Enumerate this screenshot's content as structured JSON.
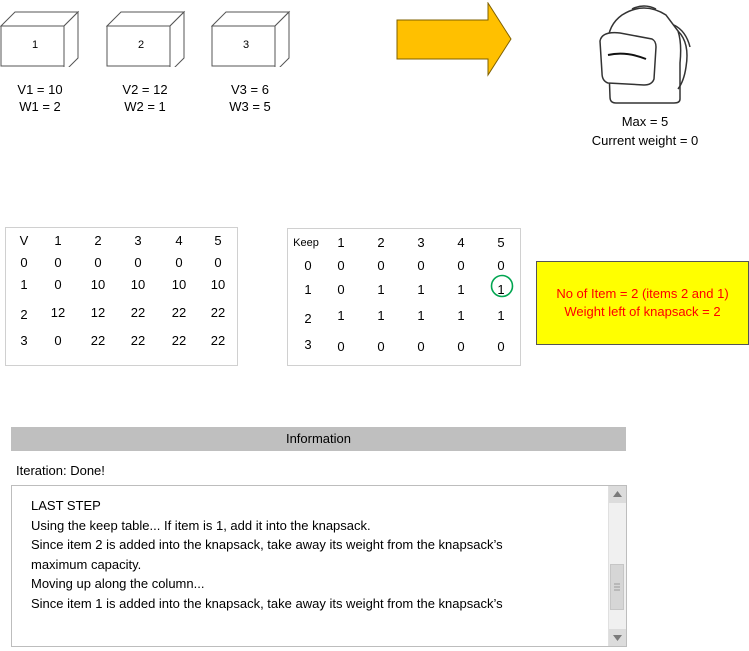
{
  "items": [
    {
      "label": "1",
      "value_text": "V1 = 10",
      "weight_text": "W1 = 2"
    },
    {
      "label": "2",
      "value_text": "V2 = 12",
      "weight_text": "W2 = 1"
    },
    {
      "label": "3",
      "value_text": "V3 = 6",
      "weight_text": "W3 = 5"
    }
  ],
  "knapsack": {
    "max_text": "Max = 5",
    "current_weight_text": "Current weight = 0"
  },
  "value_table": {
    "header": [
      "V",
      "1",
      "2",
      "3",
      "4",
      "5"
    ],
    "rows": [
      [
        "0",
        "0",
        "0",
        "0",
        "0",
        "0"
      ],
      [
        "1",
        "0",
        "10",
        "10",
        "10",
        "10"
      ],
      [
        "2",
        "12",
        "12",
        "22",
        "22",
        "22"
      ],
      [
        "3",
        "0",
        "22",
        "22",
        "22",
        "22"
      ]
    ]
  },
  "keep_table": {
    "header": [
      "Keep",
      "1",
      "2",
      "3",
      "4",
      "5"
    ],
    "rows": [
      [
        "0",
        "0",
        "0",
        "0",
        "0",
        "0"
      ],
      [
        "1",
        "0",
        "1",
        "1",
        "1",
        "1"
      ],
      [
        "2",
        "1",
        "1",
        "1",
        "1",
        "1"
      ],
      [
        "3",
        "0",
        "0",
        "0",
        "0",
        "0"
      ]
    ]
  },
  "result": {
    "line1": "No of Item = 2 (items 2 and 1)",
    "line2": "Weight left of knapsack  = 2"
  },
  "info": {
    "header": "Information",
    "iteration": "Iteration: Done!",
    "lines": [
      "LAST STEP",
      "Using the keep table... If item is 1, add it into the knapsack.",
      "Since item 2 is added into the knapsack, take away its weight from the knapsack’s",
      "maximum capacity.",
      "Moving up along the column...",
      "Since item 1 is added into the knapsack, take away its weight from the knapsack’s"
    ]
  },
  "colors": {
    "arrow": "#ffc000",
    "result_bg": "#ffff00",
    "result_text": "#ff0000",
    "highlight_circle": "#00a550"
  }
}
